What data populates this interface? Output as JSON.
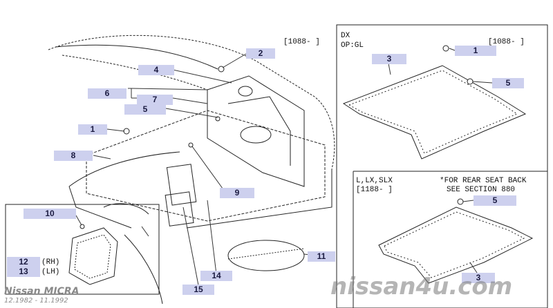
{
  "diagram": {
    "code_main": "[1088-   ]",
    "dx_variant": {
      "label1": "DX",
      "label2": "OP:GL",
      "code": "[1088-   ]"
    },
    "lx_variant": {
      "label": "L,LX,SLX",
      "code": "[1188-   ]",
      "note1": "*FOR REAR SEAT BACK",
      "note2": "SEE SECTION 880"
    },
    "rh_label": "(RH)",
    "lh_label": "(LH)",
    "callouts": [
      "1",
      "2",
      "3",
      "4",
      "5",
      "6",
      "7",
      "8",
      "9",
      "10",
      "11",
      "12",
      "13",
      "14",
      "15"
    ],
    "footer": {
      "model": "Nissan MICRA",
      "years": "12.1982 - 11.1992"
    },
    "watermark": "nissan4u.com",
    "colors": {
      "callout_bg": "#cdd0ee",
      "line": "#222222"
    }
  }
}
